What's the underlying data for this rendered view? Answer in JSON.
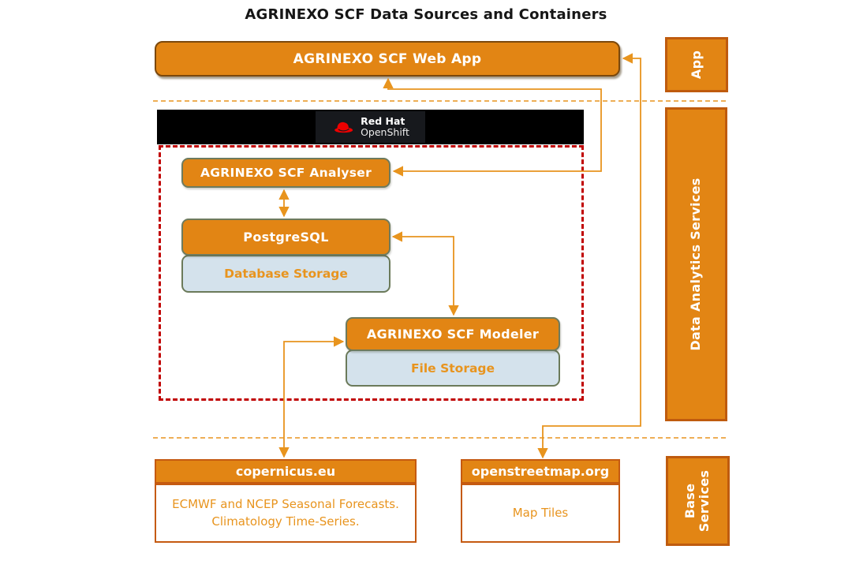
{
  "title": "AGRINEXO SCF Data Sources and Containers",
  "colors": {
    "box_orange": "#E28514",
    "lane_border": "#BF5B0E",
    "webapp_border": "#7B480C",
    "connector_orange": "#E8941E",
    "storage_fill": "#D4E2EC",
    "storage_border": "#6B7A5A",
    "openshift_dashed_red": "#C00000",
    "banner_black": "#000000",
    "redhat_red": "#EE0000"
  },
  "lanes": {
    "app": "App",
    "data_analytics": "Data Analytics Services",
    "base": "Base Services"
  },
  "nodes": {
    "web_app": "AGRINEXO SCF Web App",
    "analyser": "AGRINEXO SCF Analyser",
    "postgresql": "PostgreSQL",
    "database_storage": "Database Storage",
    "modeler": "AGRINEXO SCF Modeler",
    "file_storage": "File Storage"
  },
  "openshift_banner": {
    "brand": "Red Hat",
    "product": "OpenShift"
  },
  "sources": {
    "copernicus": {
      "title": "copernicus.eu",
      "description": "ECMWF and NCEP Seasonal Forecasts. Climatology Time-Series."
    },
    "openstreetmap": {
      "title": "openstreetmap.org",
      "description": "Map Tiles"
    }
  }
}
